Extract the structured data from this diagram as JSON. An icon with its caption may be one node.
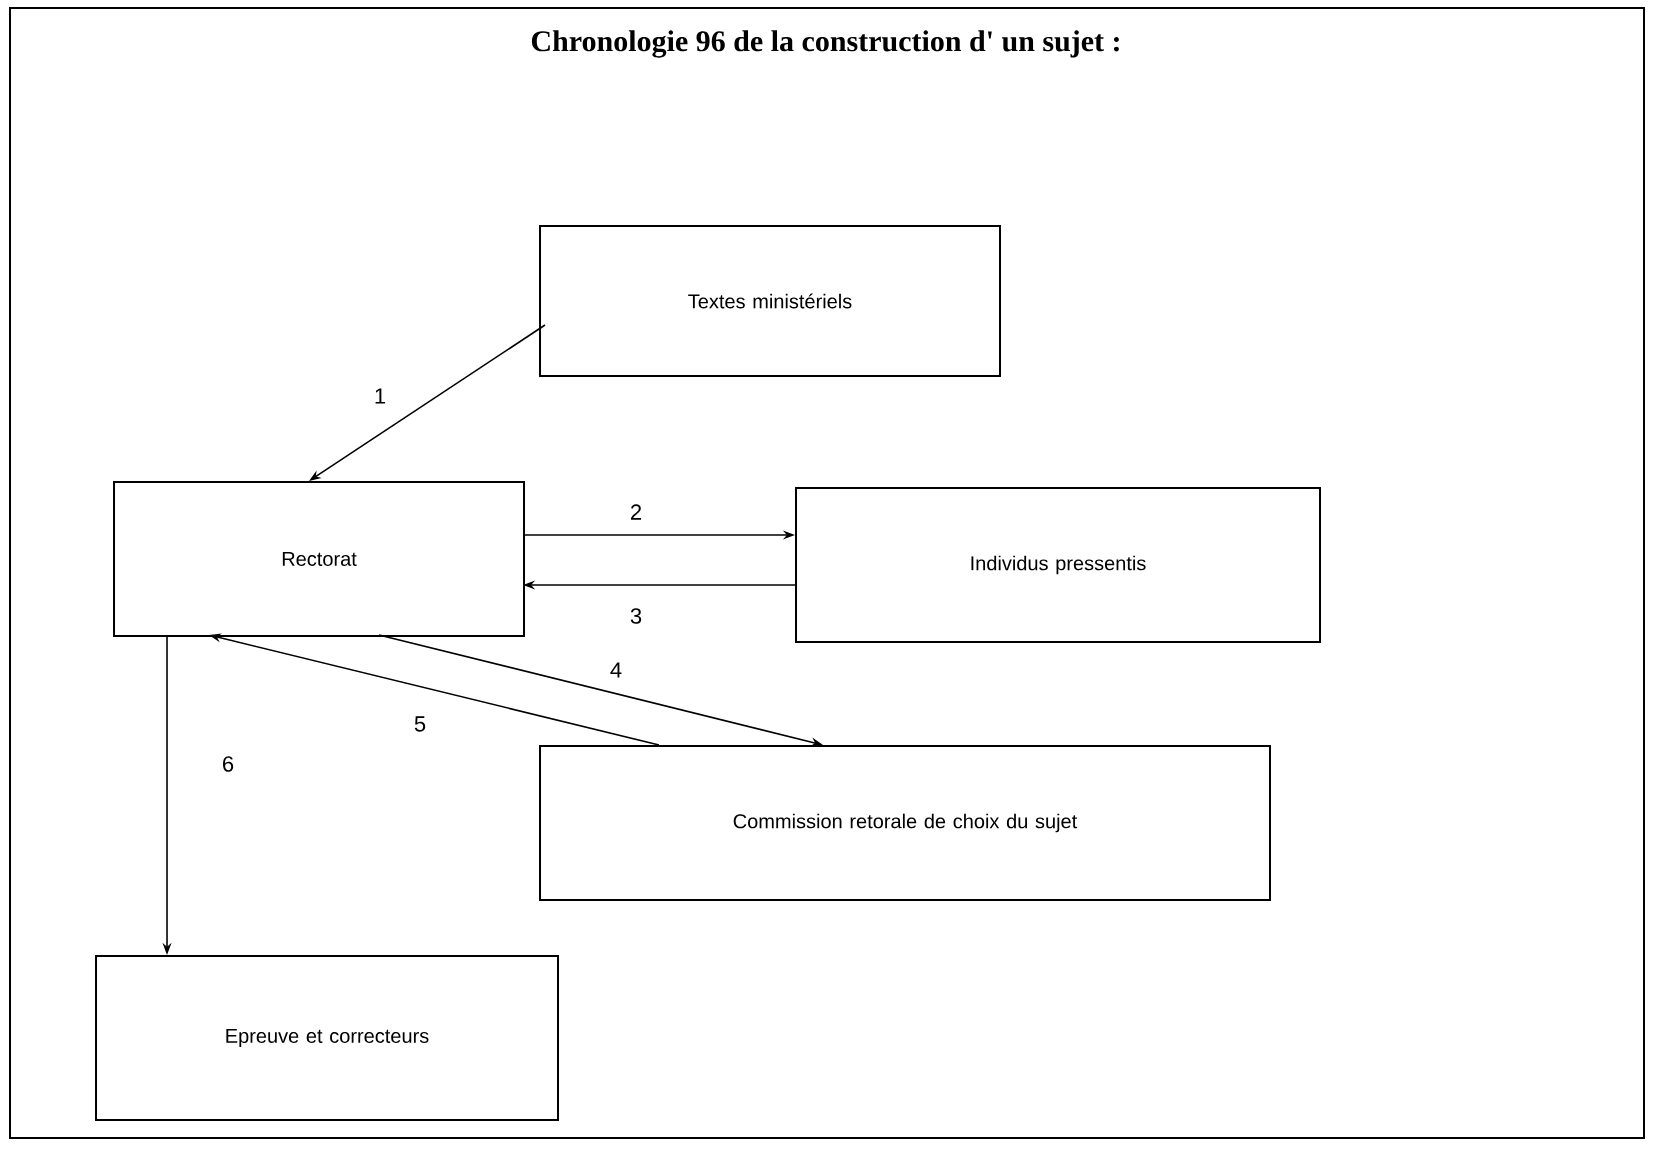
{
  "diagram": {
    "title": "Chronologie 96 de la construction d' un sujet :",
    "nodes": [
      {
        "text": [
          "Textes ministériels"
        ]
      },
      {
        "text": [
          "Rectorat"
        ]
      },
      {
        "text": [
          "Individus pressentis"
        ]
      },
      {
        "text": [
          "Commission retorale de choix du sujet"
        ]
      },
      {
        "text": [
          "Epreuve et correcteurs"
        ]
      }
    ],
    "edges": [
      {
        "from": 0,
        "to": 1,
        "arrow": "to",
        "label": "1"
      },
      {
        "from": 1,
        "to": 2,
        "arrow": "to",
        "label": "2"
      },
      {
        "from": 2,
        "to": 1,
        "arrow": "to",
        "label": "3"
      },
      {
        "from": 1,
        "to": 3,
        "arrow": "to",
        "label": "4"
      },
      {
        "from": 3,
        "to": 1,
        "arrow": "to",
        "label": "5"
      },
      {
        "from": 1,
        "to": 4,
        "arrow": "to",
        "label": "6"
      }
    ]
  }
}
